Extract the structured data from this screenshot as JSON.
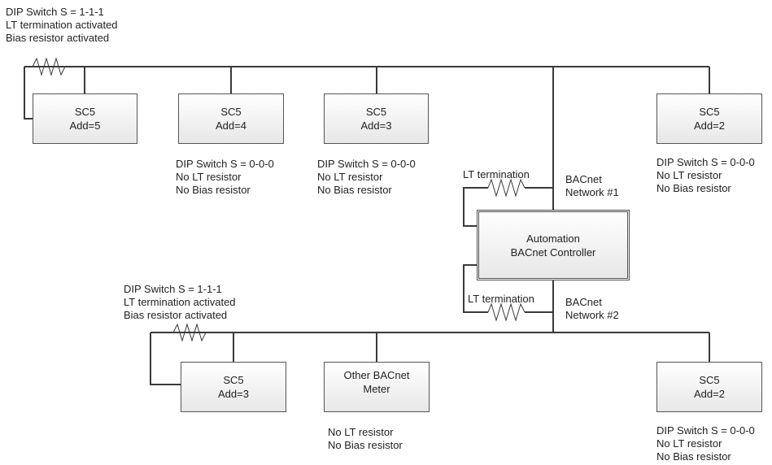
{
  "top_left_note": [
    "DIP Switch S = 1-1-1",
    "LT termination activated",
    "Bias resistor activated"
  ],
  "bottom_left_note": [
    "DIP Switch S = 1-1-1",
    "LT termination activated",
    "Bias resistor activated"
  ],
  "devices": {
    "n1_add5": [
      "SC5",
      "Add=5"
    ],
    "n1_add4": [
      "SC5",
      "Add=4"
    ],
    "n1_add3": [
      "SC5",
      "Add=3"
    ],
    "n1_add2": [
      "SC5",
      "Add=2"
    ],
    "controller": [
      "Automation",
      "BACnet Controller"
    ],
    "n2_add3": [
      "SC5",
      "Add=3"
    ],
    "meter": [
      "Other BACnet",
      "Meter"
    ],
    "n2_add2": [
      "SC5",
      "Add=2"
    ]
  },
  "notes": {
    "n1_add4": [
      "DIP Switch S = 0-0-0",
      "No LT resistor",
      "No Bias resistor"
    ],
    "n1_add3": [
      "DIP Switch S = 0-0-0",
      "No LT resistor",
      "No Bias resistor"
    ],
    "n1_add2": [
      "DIP Switch S = 0-0-0",
      "No LT resistor",
      "No Bias resistor"
    ],
    "meter": [
      "No LT resistor",
      "No Bias resistor"
    ],
    "n2_add2": [
      "DIP Switch S = 0-0-0",
      "No LT resistor",
      "No Bias resistor"
    ]
  },
  "lt_termination_1": "LT termination",
  "lt_termination_2": "LT termination",
  "network1_label": [
    "BACnet",
    "Network #1"
  ],
  "network2_label": [
    "BACnet",
    "Network #2"
  ]
}
